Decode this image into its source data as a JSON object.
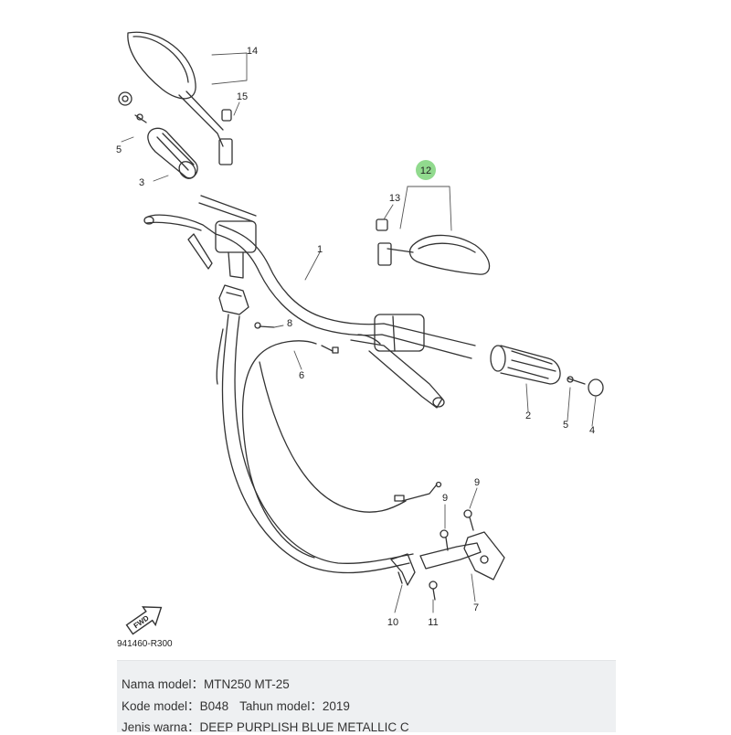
{
  "diagram": {
    "callouts": [
      "1",
      "2",
      "3",
      "4",
      "5",
      "6",
      "7",
      "8",
      "9",
      "9",
      "10",
      "11",
      "12",
      "13",
      "14",
      "15",
      "5"
    ],
    "highlight_callout": "12",
    "highlight_color": "#7ed37a",
    "drawing_code": "941460-R300",
    "fwd_label": "FWD"
  },
  "info": {
    "model_name_label": "Nama model：",
    "model_name_value": "MTN250 MT-25",
    "model_code_label": "Kode model：",
    "model_code_value": "B048",
    "year_label": "Tahun model：",
    "year_value": "2019",
    "color_label": "Jenis warna：",
    "color_value": "DEEP PURPLISH BLUE METALLIC C"
  }
}
